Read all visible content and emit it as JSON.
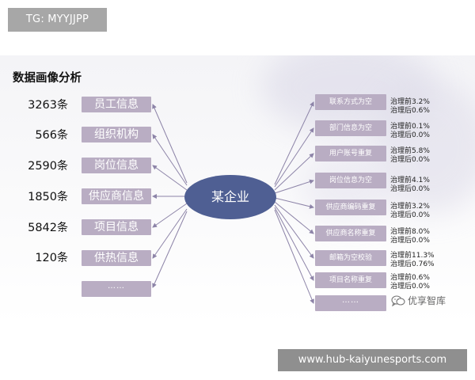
{
  "header_tag": "TG: MYYJJPP",
  "slide": {
    "title": "数据画像分析",
    "center": "某企业",
    "left_items": [
      {
        "count": "3263",
        "unit": "条",
        "label": "员工信息"
      },
      {
        "count": "566",
        "unit": "条",
        "label": "组织机构"
      },
      {
        "count": "2590",
        "unit": "条",
        "label": "岗位信息"
      },
      {
        "count": "1850",
        "unit": "条",
        "label": "供应商信息"
      },
      {
        "count": "5842",
        "unit": "条",
        "label": "项目信息"
      },
      {
        "count": "120",
        "unit": "条",
        "label": "供热信息"
      },
      {
        "count": "",
        "unit": "",
        "label": "……"
      }
    ],
    "right_items": [
      {
        "label": "联系方式为空",
        "before": "治理前3.2%",
        "after": "治理后0.6%"
      },
      {
        "label": "部门信息为空",
        "before": "治理前0.1%",
        "after": "治理后0.0%"
      },
      {
        "label": "用户账号重复",
        "before": "治理前5.8%",
        "after": "治理后0.0%"
      },
      {
        "label": "岗位信息为空",
        "before": "治理前4.1%",
        "after": "治理后0.0%"
      },
      {
        "label": "供应商编码重复",
        "before": "治理前3.2%",
        "after": "治理后0.0%"
      },
      {
        "label": "供应商名称重复",
        "before": "治理前8.0%",
        "after": "治理后0.0%"
      },
      {
        "label": "邮箱为空校验",
        "before": "治理前11.3%",
        "after": "治理后0.76%"
      },
      {
        "label": "项目名称重复",
        "before": "治理前0.6%",
        "after": "治理后0.0%"
      },
      {
        "label": "……",
        "before": "",
        "after": ""
      }
    ],
    "watermark": "优享智库"
  },
  "footer_url": "www.hub-kaiyunesports.com",
  "colors": {
    "box": "#b9adc3",
    "center": "#4f5f93",
    "arrow": "#8d84a8",
    "header_bg": "#a7a7a7",
    "footer_bg": "#8f8f8f"
  }
}
